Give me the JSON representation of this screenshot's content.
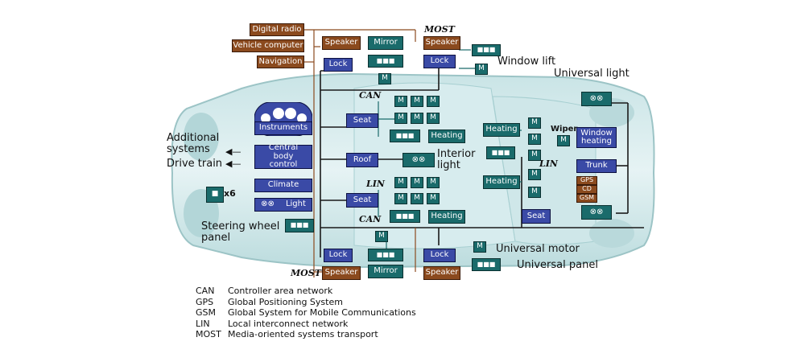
{
  "diagram": {
    "nodes": {
      "digital_radio": "Digital radio",
      "vehicle_computer": "Vehicle computer",
      "navigation": "Navigation",
      "speaker": "Speaker",
      "mirror": "Mirror",
      "lock": "Lock",
      "instruments": "Instruments",
      "central_body_control": "Central body control",
      "climate": "Climate",
      "light": "Light",
      "seat": "Seat",
      "roof": "Roof",
      "heating": "Heating",
      "window_heating": "Window heating",
      "trunk": "Trunk",
      "gps": "GPS",
      "cd": "CD",
      "gsm": "GSM",
      "wiper": "Wiper",
      "motor_symbol": "M",
      "x6": "x6"
    },
    "labels": {
      "window_lift": "Window lift",
      "universal_light": "Universal light",
      "additional_systems": "Additional systems",
      "drive_train": "Drive train",
      "interior_light": "Interior light",
      "steering_wheel_panel": "Steering wheel panel",
      "universal_motor": "Universal motor",
      "universal_panel": "Universal panel"
    },
    "buses": {
      "most": "MOST",
      "can": "CAN",
      "lin": "LIN"
    }
  },
  "legend": [
    {
      "abbr": "CAN",
      "meaning": "Controller area network"
    },
    {
      "abbr": "GPS",
      "meaning": "Global Positioning System"
    },
    {
      "abbr": "GSM",
      "meaning": "Global System for Mobile Communications"
    },
    {
      "abbr": "LIN",
      "meaning": "Local interconnect network"
    },
    {
      "abbr": "MOST",
      "meaning": "Media-oriented systems transport"
    }
  ]
}
